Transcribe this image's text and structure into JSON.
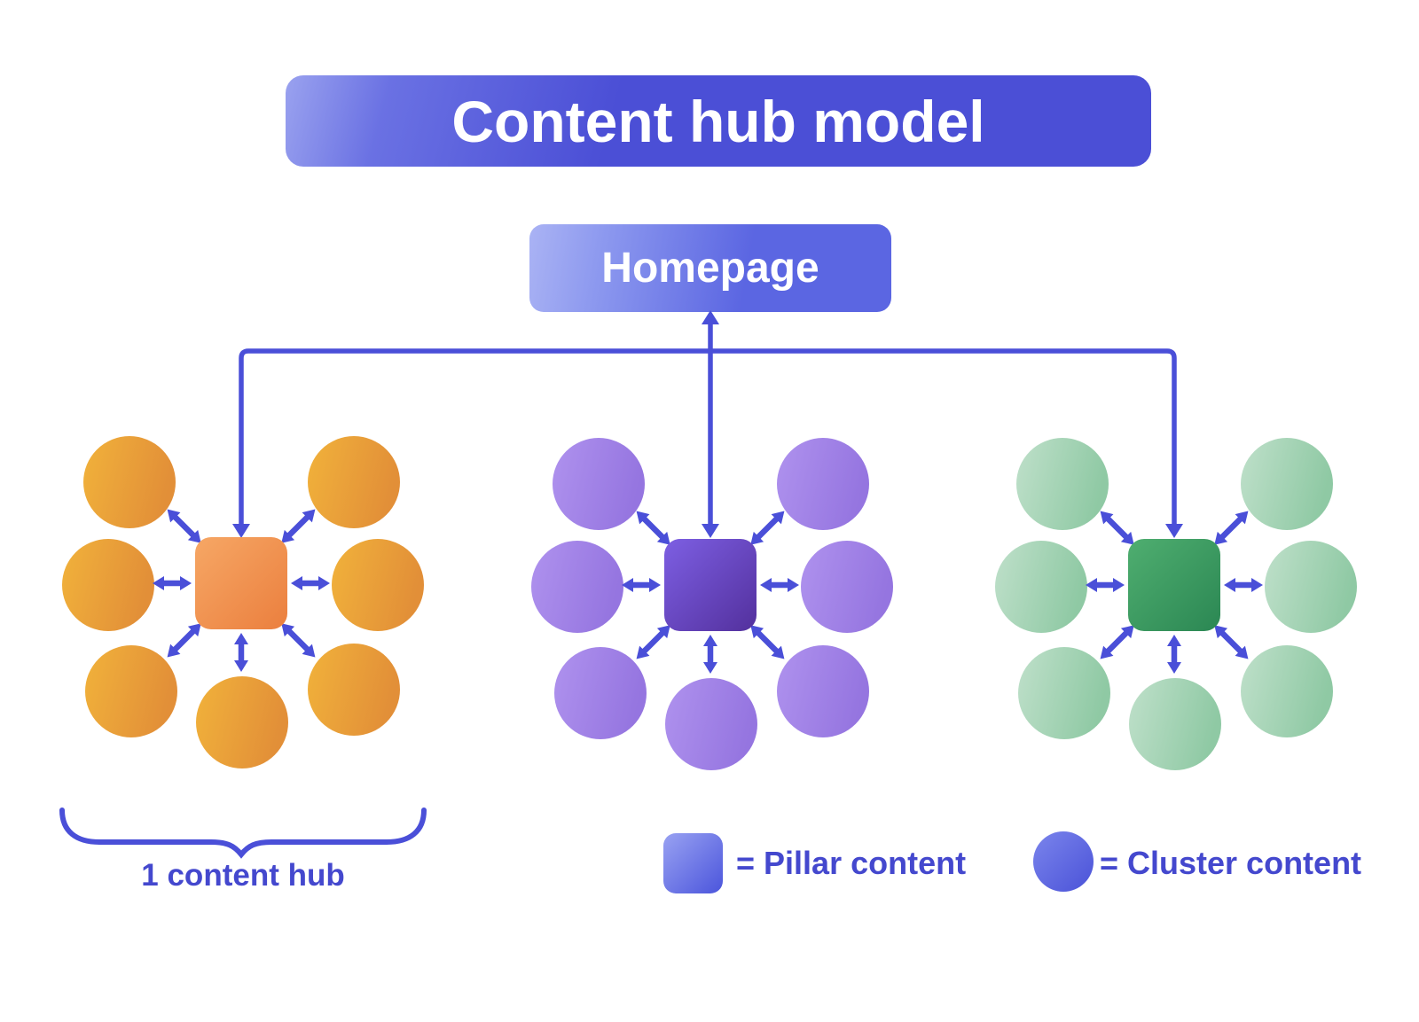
{
  "title": {
    "text": "Content hub model"
  },
  "homepage": {
    "label": "Homepage"
  },
  "hub_annotation": {
    "label": "1 content hub"
  },
  "legend": {
    "pillar": {
      "label": "= Pillar content"
    },
    "cluster": {
      "label": "= Cluster content"
    }
  },
  "diagram": {
    "circles_per_hub": 7,
    "hubs": [
      {
        "name": "orange-hub",
        "circle_gradient": [
          "#f1b23b",
          "#e28f38"
        ],
        "square_gradient": [
          "#f6a765",
          "#eb7f3e"
        ]
      },
      {
        "name": "purple-hub",
        "circle_gradient": [
          "#af92ee",
          "#9575e0"
        ],
        "square_gradient": [
          "#7d5fe3",
          "#53309d"
        ]
      },
      {
        "name": "green-hub",
        "circle_gradient": [
          "#bfe0ca",
          "#8fc9a4"
        ],
        "square_gradient": [
          "#4fae70",
          "#2b8753"
        ]
      }
    ]
  },
  "colors": {
    "connector": "#4a4fd8",
    "label_text": "#4448ce",
    "title_text": "#ffffff",
    "banner_gradient": [
      "#9aa2ef",
      "#4b4fd6"
    ],
    "homepage_gradient": [
      "#aab3f4",
      "#5b66e2"
    ],
    "legend_square_gradient": [
      "#99a2f2",
      "#4b55dc"
    ],
    "legend_circle_gradient": [
      "#7b85ec",
      "#4a52d8"
    ]
  }
}
